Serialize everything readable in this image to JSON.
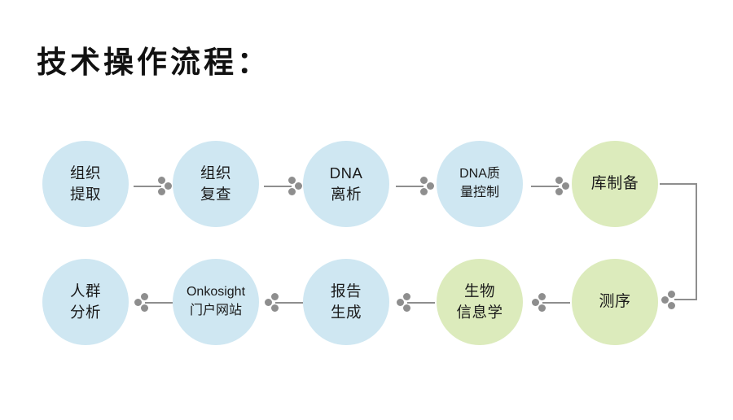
{
  "slide": {
    "title": "技术操作流程：",
    "background_color": "#ffffff",
    "title_color": "#111111"
  },
  "palette": {
    "node_blue": "#cfe7f2",
    "node_green": "#dcebbc",
    "connector_gray": "#8e8e8e",
    "text_dark": "#1a1a1a"
  },
  "flow": {
    "row1": {
      "direction": "left-to-right",
      "nodes": [
        {
          "id": "tissue-extraction",
          "line1": "组织",
          "line2": "提取",
          "color": "blue"
        },
        {
          "id": "tissue-review",
          "line1": "组织",
          "line2": "复查",
          "color": "blue"
        },
        {
          "id": "dna-isolation",
          "line1": "DNA",
          "line2": "离析",
          "color": "blue"
        },
        {
          "id": "dna-qc",
          "line1": "DNA质",
          "line2": "量控制",
          "color": "blue"
        },
        {
          "id": "library-prep",
          "line1": "库制备",
          "line2": "",
          "color": "green"
        }
      ]
    },
    "row2": {
      "direction": "right-to-left",
      "nodes": [
        {
          "id": "cohort-analysis",
          "line1": "人群",
          "line2": "分析",
          "color": "blue"
        },
        {
          "id": "onkosight-portal",
          "line1": "Onkosight",
          "line2": "门户网站",
          "color": "blue"
        },
        {
          "id": "report-generation",
          "line1": "报告",
          "line2": "生成",
          "color": "blue"
        },
        {
          "id": "bioinformatics",
          "line1": "生物",
          "line2": "信息学",
          "color": "green"
        },
        {
          "id": "sequencing",
          "line1": "测序",
          "line2": "",
          "color": "green"
        }
      ]
    },
    "connectors": {
      "style": "line-with-three-dot-arrowhead",
      "wrap_label": "库制备 → 测序 elbow connector"
    }
  }
}
